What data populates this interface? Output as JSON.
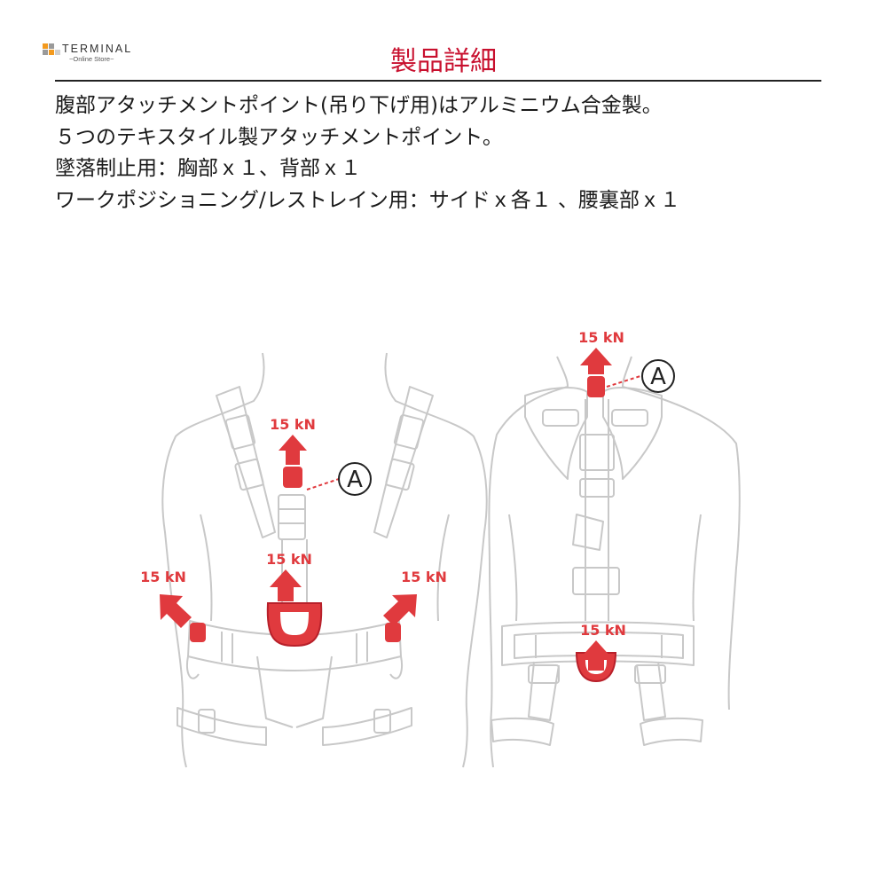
{
  "brand": {
    "name": "TERMINAL",
    "tagline": "~Online Store~"
  },
  "title": "製品詳細",
  "description": [
    "腹部アタッチメントポイント(吊り下げ用)はアルミニウム合金製。",
    "５つのテキスタイル製アタッチメントポイント。",
    "墜落制止用：胸部ｘ１、背部ｘ１",
    "ワークポジショニング/レストレイン用：サイドｘ各１ 、腰裏部ｘ１"
  ],
  "figure": {
    "front": {
      "labels": [
        "15 kN",
        "15 kN",
        "15 kN",
        "15 kN"
      ],
      "marker": "A"
    },
    "back": {
      "labels": [
        "15 kN",
        "15 kN"
      ],
      "marker": "A"
    }
  },
  "colors": {
    "accent": "#e03a3e",
    "title": "#c8102e",
    "outline": "#c8c8c8"
  }
}
